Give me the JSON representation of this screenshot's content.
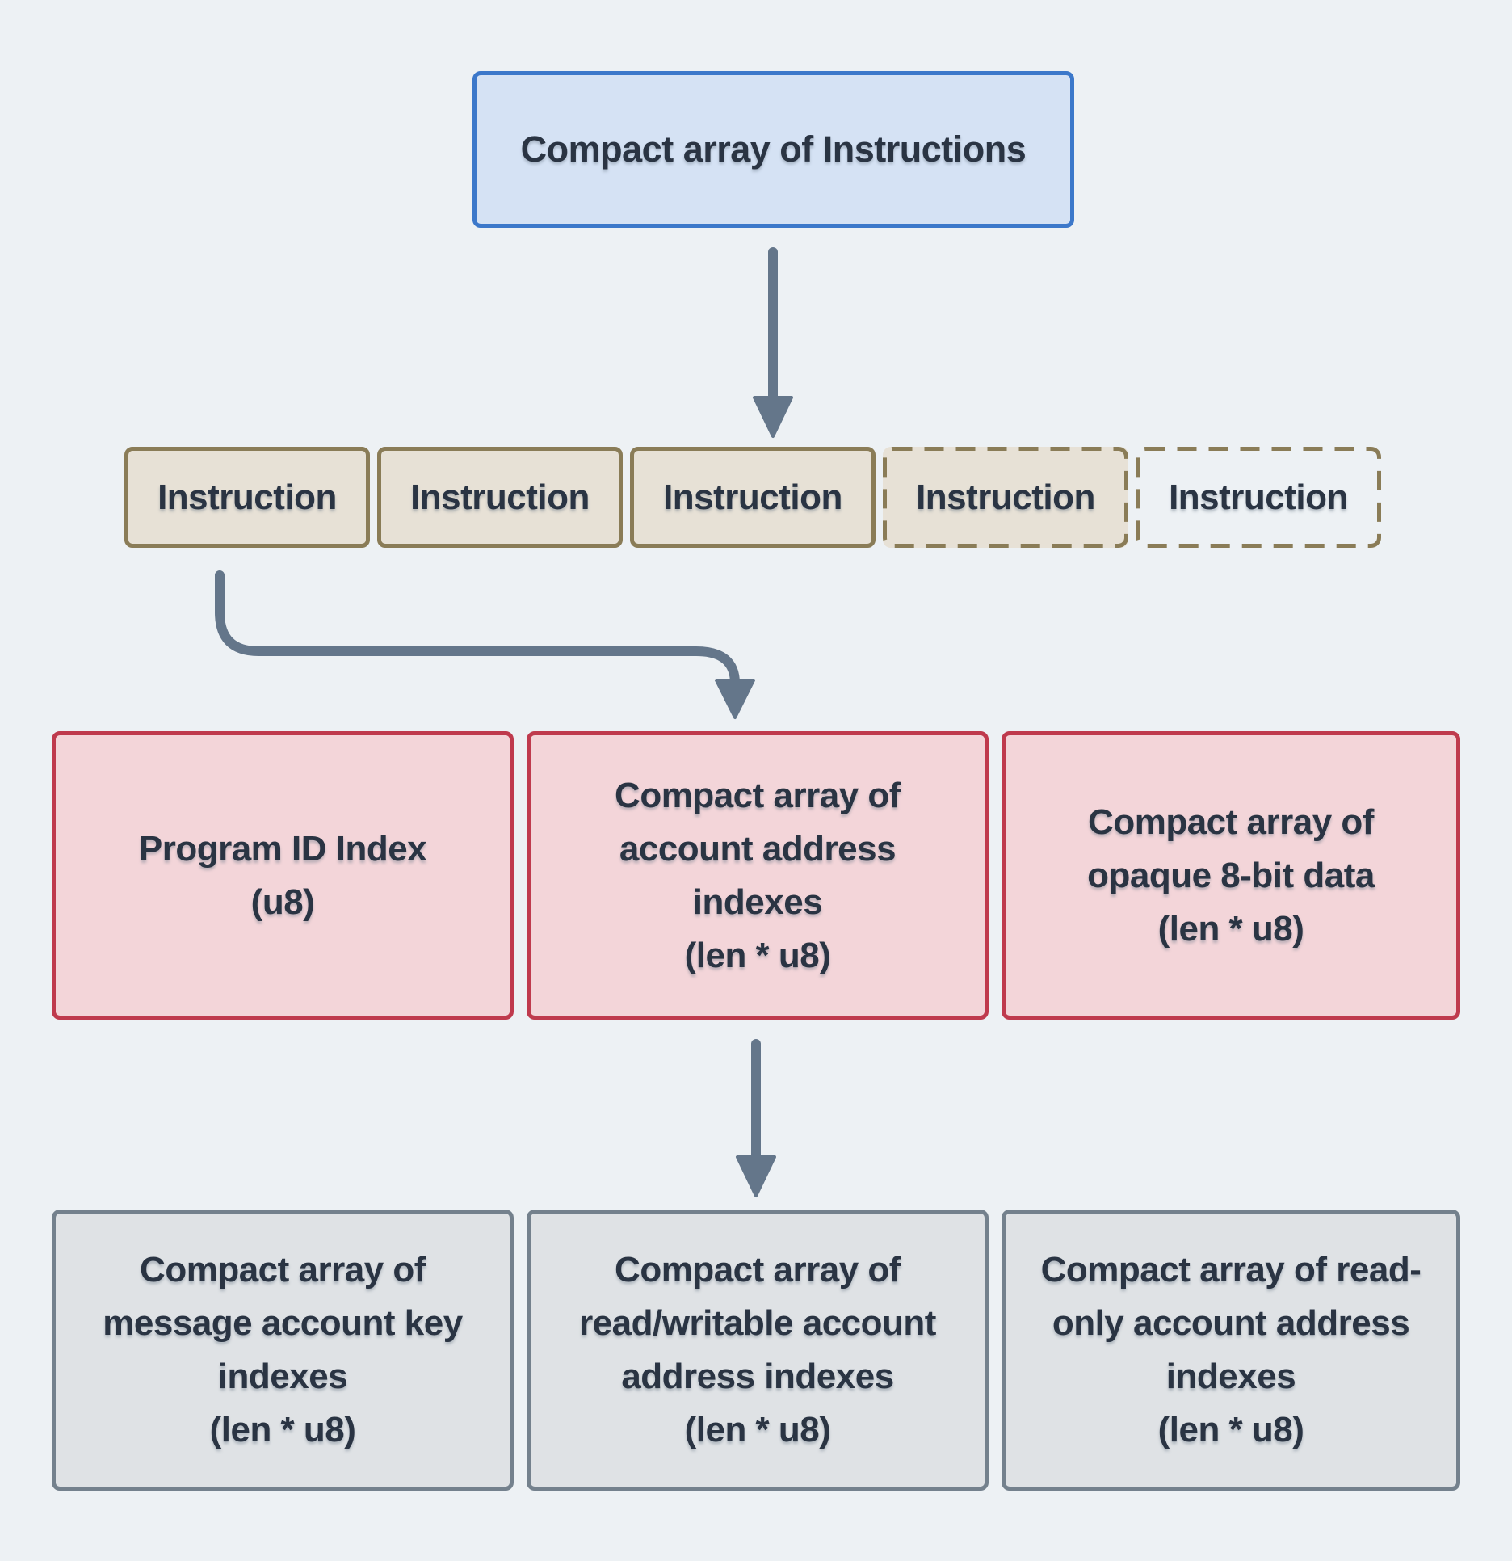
{
  "title_box": {
    "label": "Compact array of Instructions"
  },
  "instruction_row": {
    "items": [
      {
        "label": "Instruction",
        "variant": "solid"
      },
      {
        "label": "Instruction",
        "variant": "solid"
      },
      {
        "label": "Instruction",
        "variant": "solid"
      },
      {
        "label": "Instruction",
        "variant": "dashed-filled"
      },
      {
        "label": "Instruction",
        "variant": "dashed-empty"
      }
    ]
  },
  "instruction_detail_row": {
    "boxes": [
      {
        "label": "Program ID Index\n(u8)"
      },
      {
        "label": "Compact array of\naccount address\nindexes\n(len * u8)"
      },
      {
        "label": "Compact array of\nopaque 8-bit data\n(len * u8)"
      }
    ]
  },
  "account_index_row": {
    "boxes": [
      {
        "label": "Compact array of\nmessage account key\nindexes\n(len * u8)"
      },
      {
        "label": "Compact array of\nread/writable account\naddress indexes\n(len * u8)"
      },
      {
        "label": "Compact array of read-\nonly account address\nindexes\n(len * u8)"
      }
    ]
  },
  "icons": {
    "top_arrow": "arrow-down",
    "instruction_to_detail_arrow": "elbow-arrow-down",
    "detail_to_account_arrow": "arrow-down"
  },
  "colors": {
    "background": "#edf1f4",
    "arrow": "#64768a",
    "text": "#2a3443",
    "blue_fill": "#d5e2f4",
    "blue_border": "#3c78ca",
    "tan_fill": "#e7e1d6",
    "tan_border": "#8a7c57",
    "pink_fill": "#f3d5d9",
    "pink_border": "#bf3a4d",
    "gray_fill": "#dfe2e5",
    "gray_border": "#74818d"
  }
}
